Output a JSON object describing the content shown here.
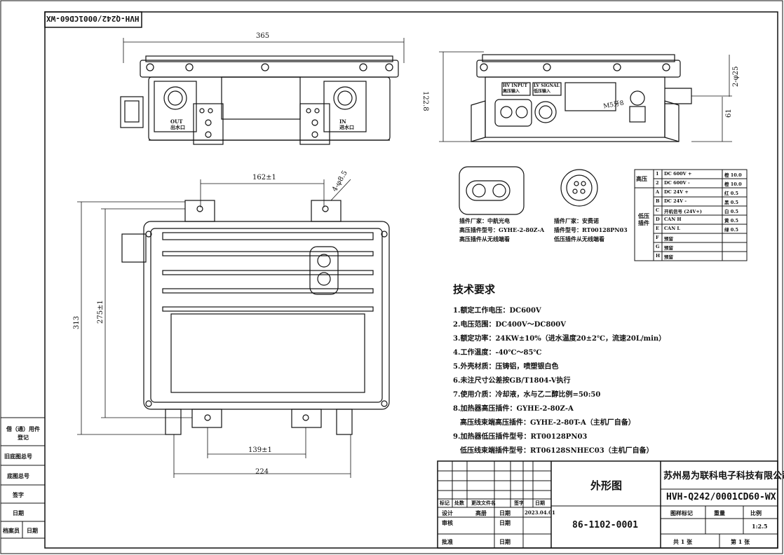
{
  "drawing_code_flipped": "HVH-Q242/0001CD60-WX",
  "dimensions": {
    "top_width": "365",
    "side_height": "122.8",
    "pipe_dia": "2-φ25",
    "m5": "M5牙8",
    "pipe_height": "61",
    "mount_spacing_top": "162±1",
    "holes": "4-φ8.5",
    "overall_height": "313",
    "mount_spacing_side": "275±1",
    "mount_spacing_bottom": "139±1",
    "bottom_width": "224"
  },
  "connector_labels": {
    "out_label": "OUT\n出水口",
    "in_label": "IN\n进水口",
    "hv_input": "HV INPUT\n高压输入",
    "lv_input": "LV SIGNAL\n低压输入"
  },
  "hv_connector": {
    "vendor": "插件厂家：中航光电",
    "model": "高压插件型号：GYHE-2-80Z-A",
    "note": "高压插件从无线端看"
  },
  "lv_connector": {
    "vendor": "插件厂家：安费诺",
    "model": "插件型号：RT00128PN03",
    "note": "低压插件从无线端看"
  },
  "pin_table": {
    "rows": [
      {
        "group": "高压",
        "pin": "1",
        "signal": "DC 600V +",
        "wire": "橙 10.0"
      },
      {
        "group": "",
        "pin": "2",
        "signal": "DC 600V -",
        "wire": "橙 10.0"
      },
      {
        "group": "低压插件",
        "pin": "A",
        "signal": "DC 24V +",
        "wire": "红 0.5"
      },
      {
        "group": "",
        "pin": "B",
        "signal": "DC 24V -",
        "wire": "黑 0.5"
      },
      {
        "group": "",
        "pin": "C",
        "signal": "开机信号 (24V+)",
        "wire": "白 0.5"
      },
      {
        "group": "",
        "pin": "D",
        "signal": "CAN H",
        "wire": "黄 0.5"
      },
      {
        "group": "",
        "pin": "E",
        "signal": "CAN L",
        "wire": "绿 0.5"
      },
      {
        "group": "",
        "pin": "F",
        "signal": "预留",
        "wire": ""
      },
      {
        "group": "",
        "pin": "G",
        "signal": "预留",
        "wire": ""
      },
      {
        "group": "",
        "pin": "H",
        "signal": "预留",
        "wire": ""
      }
    ]
  },
  "tech_requirements": {
    "title": "技术要求",
    "items": [
      "1.额定工作电压：DC600V",
      "2.电压范围：DC400V～DC800V",
      "3.额定功率：24KW±10%（进水温度20±2℃，流速20L/min）",
      "4.工作温度：-40℃～85℃",
      "5.外壳材质：压铸铝，喷塑银白色",
      "6.未注尺寸公差按GB/T1804-V执行",
      "7.使用介质：冷却液，水与乙二醇比例=50:50",
      "8.加热器高压插件：GYHE-2-80Z-A",
      "  高压线束端高压插件：GYHE-2-80T-A（主机厂自备）",
      "9.加热器低压插件型号：RT00128PN03",
      "  低压线束端插件型号：RT06128SNHEC03（主机厂自备）"
    ]
  },
  "title_block": {
    "drawing_name": "外形图",
    "company": "苏州易为联科电子科技有限公司",
    "code": "HVH-Q242/0001CD60-WX",
    "number": "86-1102-0001",
    "header_cols": [
      "标记",
      "处数",
      "更改文件名",
      "签字",
      "日期"
    ],
    "designer_label": "设计",
    "designer": "高册",
    "date_label": "日期",
    "date": "2023.04.01",
    "review_label": "审核",
    "approve_label": "批准",
    "stage_label": "图样标记",
    "weight_label": "重量",
    "scale_label": "比例",
    "scale": "1:2.5",
    "sheets": "共 1 张",
    "sheet_no": "第 1 张"
  },
  "left_block": {
    "labels": [
      "借（通）用件登记",
      "旧底图总号",
      "底图总号",
      "签字",
      "日期",
      "档案员",
      "日期"
    ]
  }
}
